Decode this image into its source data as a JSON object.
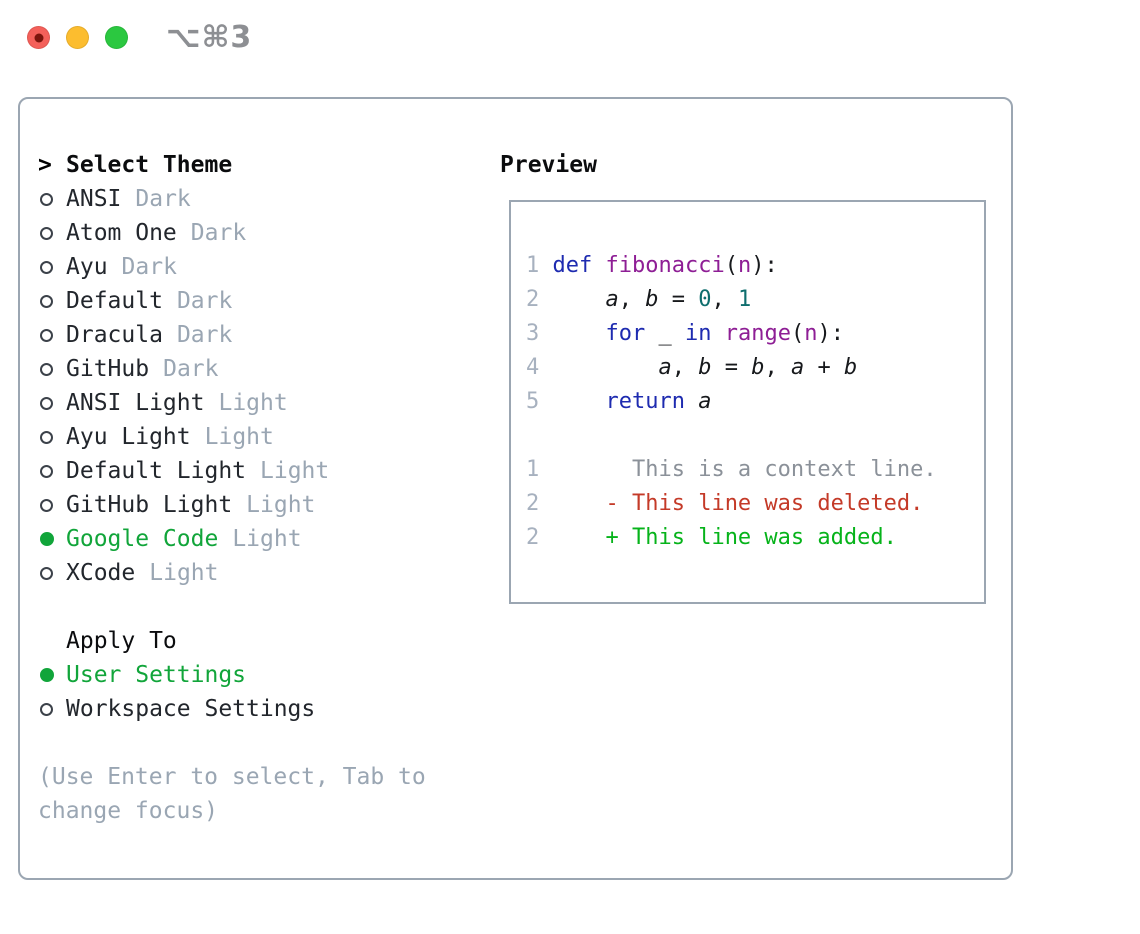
{
  "window": {
    "title": "⌥⌘3",
    "traffic_lights": [
      {
        "name": "close-button",
        "color": "#f4605a",
        "inner_dot": "#7c150d"
      },
      {
        "name": "minimize-button",
        "color": "#fcbd2f"
      },
      {
        "name": "zoom-button",
        "color": "#2bc840"
      }
    ]
  },
  "theme_panel": {
    "focus_marker": ">",
    "title": "Select Theme",
    "themes": [
      {
        "name": "ANSI",
        "variant": "Dark",
        "selected": false
      },
      {
        "name": "Atom One",
        "variant": "Dark",
        "selected": false
      },
      {
        "name": "Ayu",
        "variant": "Dark",
        "selected": false
      },
      {
        "name": "Default",
        "variant": "Dark",
        "selected": false
      },
      {
        "name": "Dracula",
        "variant": "Dark",
        "selected": false
      },
      {
        "name": "GitHub",
        "variant": "Dark",
        "selected": false
      },
      {
        "name": "ANSI Light",
        "variant": "Light",
        "selected": false
      },
      {
        "name": "Ayu Light",
        "variant": "Light",
        "selected": false
      },
      {
        "name": "Default Light",
        "variant": "Light",
        "selected": false
      },
      {
        "name": "GitHub Light",
        "variant": "Light",
        "selected": false
      },
      {
        "name": "Google Code",
        "variant": "Light",
        "selected": true
      },
      {
        "name": "XCode",
        "variant": "Light",
        "selected": false
      }
    ],
    "apply_to": {
      "title": "Apply To",
      "options": [
        {
          "label": "User Settings",
          "selected": true
        },
        {
          "label": "Workspace Settings",
          "selected": false
        }
      ]
    },
    "help_text": "(Use Enter to select, Tab to change focus)"
  },
  "preview_panel": {
    "title": "Preview",
    "code_lines": [
      {
        "tokens": [
          {
            "t": "1 ",
            "s": "ln"
          },
          {
            "t": "def",
            "s": "kw"
          },
          {
            "t": " ",
            "s": "pln"
          },
          {
            "t": "fibonacci",
            "s": "fn"
          },
          {
            "t": "(",
            "s": "pln"
          },
          {
            "t": "n",
            "s": "fn"
          },
          {
            "t": "):",
            "s": "pln"
          }
        ]
      },
      {
        "tokens": [
          {
            "t": "2 ",
            "s": "ln"
          },
          {
            "t": "    ",
            "s": "pln"
          },
          {
            "t": "a",
            "s": "var"
          },
          {
            "t": ", ",
            "s": "pln"
          },
          {
            "t": "b",
            "s": "var"
          },
          {
            "t": " = ",
            "s": "pln"
          },
          {
            "t": "0",
            "s": "num"
          },
          {
            "t": ", ",
            "s": "pln"
          },
          {
            "t": "1",
            "s": "num"
          }
        ]
      },
      {
        "tokens": [
          {
            "t": "3 ",
            "s": "ln"
          },
          {
            "t": "    ",
            "s": "pln"
          },
          {
            "t": "for",
            "s": "kw"
          },
          {
            "t": " ",
            "s": "pln"
          },
          {
            "t": "_",
            "s": "var"
          },
          {
            "t": " ",
            "s": "pln"
          },
          {
            "t": "in",
            "s": "kw"
          },
          {
            "t": " ",
            "s": "pln"
          },
          {
            "t": "range",
            "s": "fn"
          },
          {
            "t": "(",
            "s": "pln"
          },
          {
            "t": "n",
            "s": "fn"
          },
          {
            "t": "):",
            "s": "pln"
          }
        ]
      },
      {
        "tokens": [
          {
            "t": "4 ",
            "s": "ln"
          },
          {
            "t": "        ",
            "s": "pln"
          },
          {
            "t": "a",
            "s": "var"
          },
          {
            "t": ", ",
            "s": "pln"
          },
          {
            "t": "b",
            "s": "var"
          },
          {
            "t": " = ",
            "s": "pln"
          },
          {
            "t": "b",
            "s": "var"
          },
          {
            "t": ", ",
            "s": "pln"
          },
          {
            "t": "a",
            "s": "var"
          },
          {
            "t": " + ",
            "s": "pln"
          },
          {
            "t": "b",
            "s": "var"
          }
        ]
      },
      {
        "tokens": [
          {
            "t": "5 ",
            "s": "ln"
          },
          {
            "t": "    ",
            "s": "pln"
          },
          {
            "t": "return",
            "s": "kw"
          },
          {
            "t": " ",
            "s": "pln"
          },
          {
            "t": "a",
            "s": "var"
          }
        ]
      }
    ],
    "diff_lines": [
      {
        "tokens": [
          {
            "t": "1",
            "s": "ln"
          },
          {
            "t": "       ",
            "s": "pln"
          },
          {
            "t": "This is a context line.",
            "s": "ctx"
          }
        ]
      },
      {
        "tokens": [
          {
            "t": "2",
            "s": "ln"
          },
          {
            "t": "     ",
            "s": "pln"
          },
          {
            "t": "- This line was deleted.",
            "s": "del"
          }
        ]
      },
      {
        "tokens": [
          {
            "t": "2",
            "s": "ln"
          },
          {
            "t": "     ",
            "s": "pln"
          },
          {
            "t": "+ This line was added.",
            "s": "add"
          }
        ]
      }
    ]
  },
  "colors": {
    "accent_green": "#11a53a",
    "border_gray": "#9ba6b2",
    "keyword_blue": "#1e2bb0",
    "function_purple": "#8e1e95",
    "number_teal": "#0e6e6e",
    "deleted_red": "#c43a28",
    "added_green": "#06b31a",
    "muted_gray": "#9aa6b3"
  }
}
